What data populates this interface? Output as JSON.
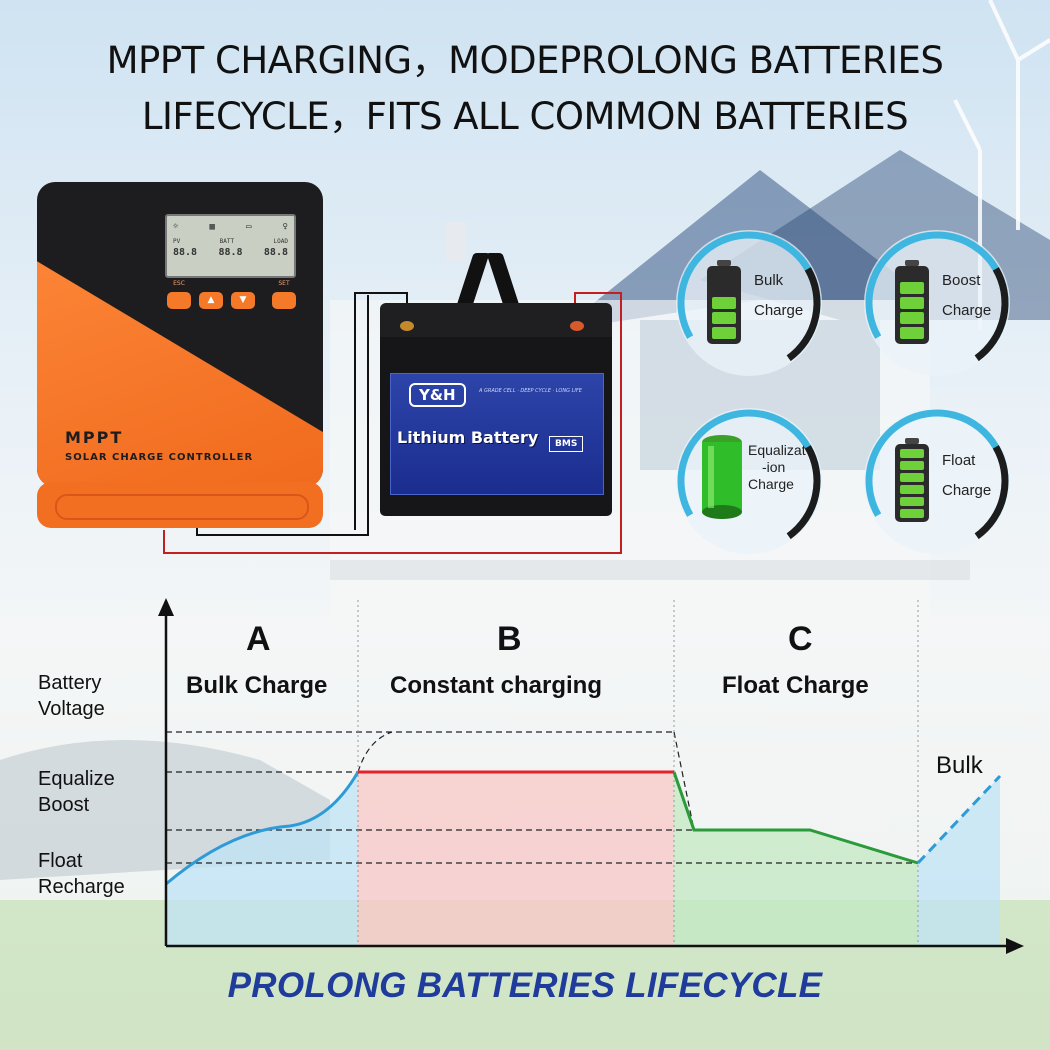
{
  "headline": {
    "line1": "MPPT CHARGING，MODEPROLONG BATTERIES",
    "line2": "LIFECYCLE，FITS ALL COMMON BATTERIES"
  },
  "controller": {
    "title": "MPPT",
    "subtitle": "SOLAR CHARGE CONTROLLER",
    "lcd": {
      "pv_label": "PV",
      "batt_label": "BATT",
      "load_label": "LOAD",
      "readout": "88.8"
    },
    "buttons": [
      {
        "label": "ESC",
        "glyph": ""
      },
      {
        "label": "",
        "glyph": "▲"
      },
      {
        "label": "",
        "glyph": "▼"
      },
      {
        "label": "SET",
        "glyph": ""
      }
    ]
  },
  "battery": {
    "brand": "Y&H",
    "tagline": "A GRADE CELL · DEEP CYCLE · LONG LIFE",
    "name": "Lithium Battery",
    "bms": "BMS"
  },
  "modes": [
    {
      "line1": "Bulk",
      "line2": "Charge",
      "fill_level": 0.6,
      "icon": "battery-icon"
    },
    {
      "line1": "Boost",
      "line2": "Charge",
      "fill_level": 0.8,
      "icon": "battery-icon"
    },
    {
      "line1": "Equalizat",
      "line2": "-ion",
      "line3": "Charge",
      "fill_level": 1.0,
      "icon": "battery-cell-icon"
    },
    {
      "line1": "Float",
      "line2": "Charge",
      "fill_level": 1.0,
      "icon": "battery-icon"
    }
  ],
  "chart": {
    "ylabels": {
      "battery": "Battery",
      "voltage": "Voltage",
      "equalize": "Equalize",
      "boost": "Boost",
      "float": "Float",
      "recharge": "Recharge"
    },
    "zones": [
      {
        "letter": "A",
        "name": "Bulk Charge"
      },
      {
        "letter": "B",
        "name": "Constant charging"
      },
      {
        "letter": "C",
        "name": "Float Charge"
      }
    ],
    "bulk_tag": "Bulk",
    "colors": {
      "bulk": "#2e9bd8",
      "constant": "#e8202a",
      "float": "#2a9a3a"
    }
  },
  "footer": "PROLONG BATTERIES LIFECYCLE"
}
